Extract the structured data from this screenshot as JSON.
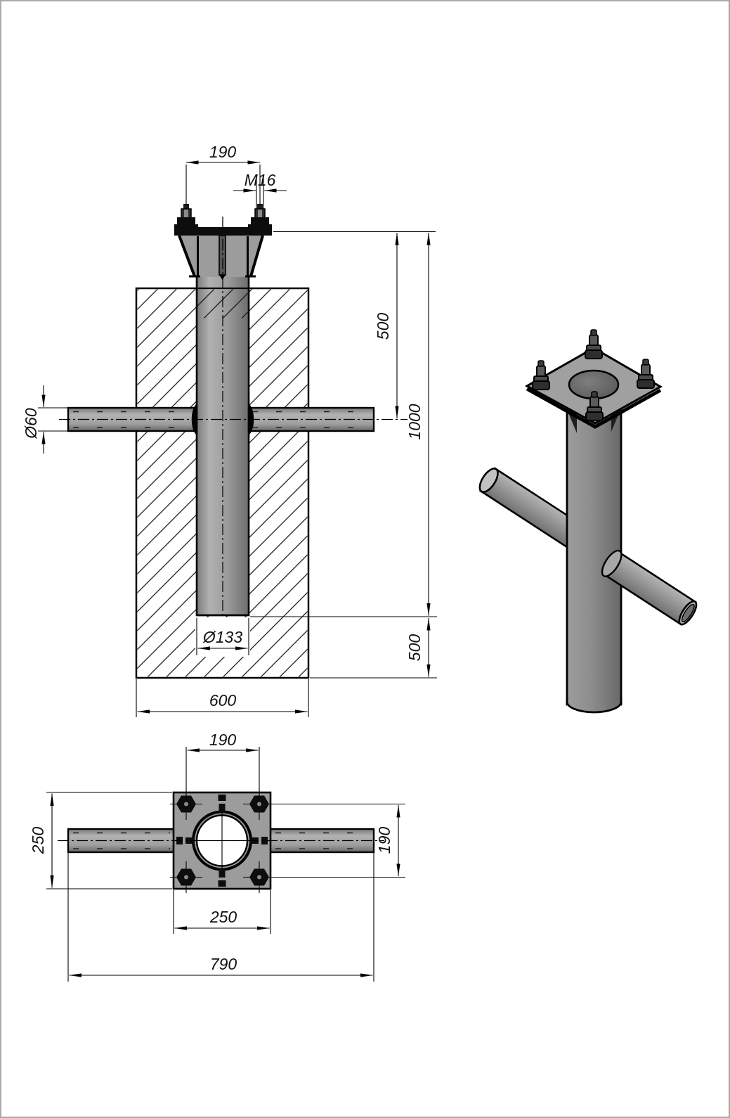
{
  "front_view": {
    "bolt_spacing": "190",
    "thread": "M16",
    "top_to_crossbar": "500",
    "embed_length": "1000",
    "crossbar_dia": "Ø60",
    "pipe_dia": "Ø133",
    "below_pipe": "500",
    "block_width": "600"
  },
  "plan_view": {
    "bolt_spacing_h": "190",
    "bolt_spacing_v": "190",
    "plate_side_v": "250",
    "plate_side_h": "250",
    "crossbar_length": "790"
  },
  "colors": {
    "metal_light": "#b0b0b0",
    "metal_dark": "#6f6f6f",
    "plate_gray": "#9c9c9c",
    "line": "#000000"
  }
}
